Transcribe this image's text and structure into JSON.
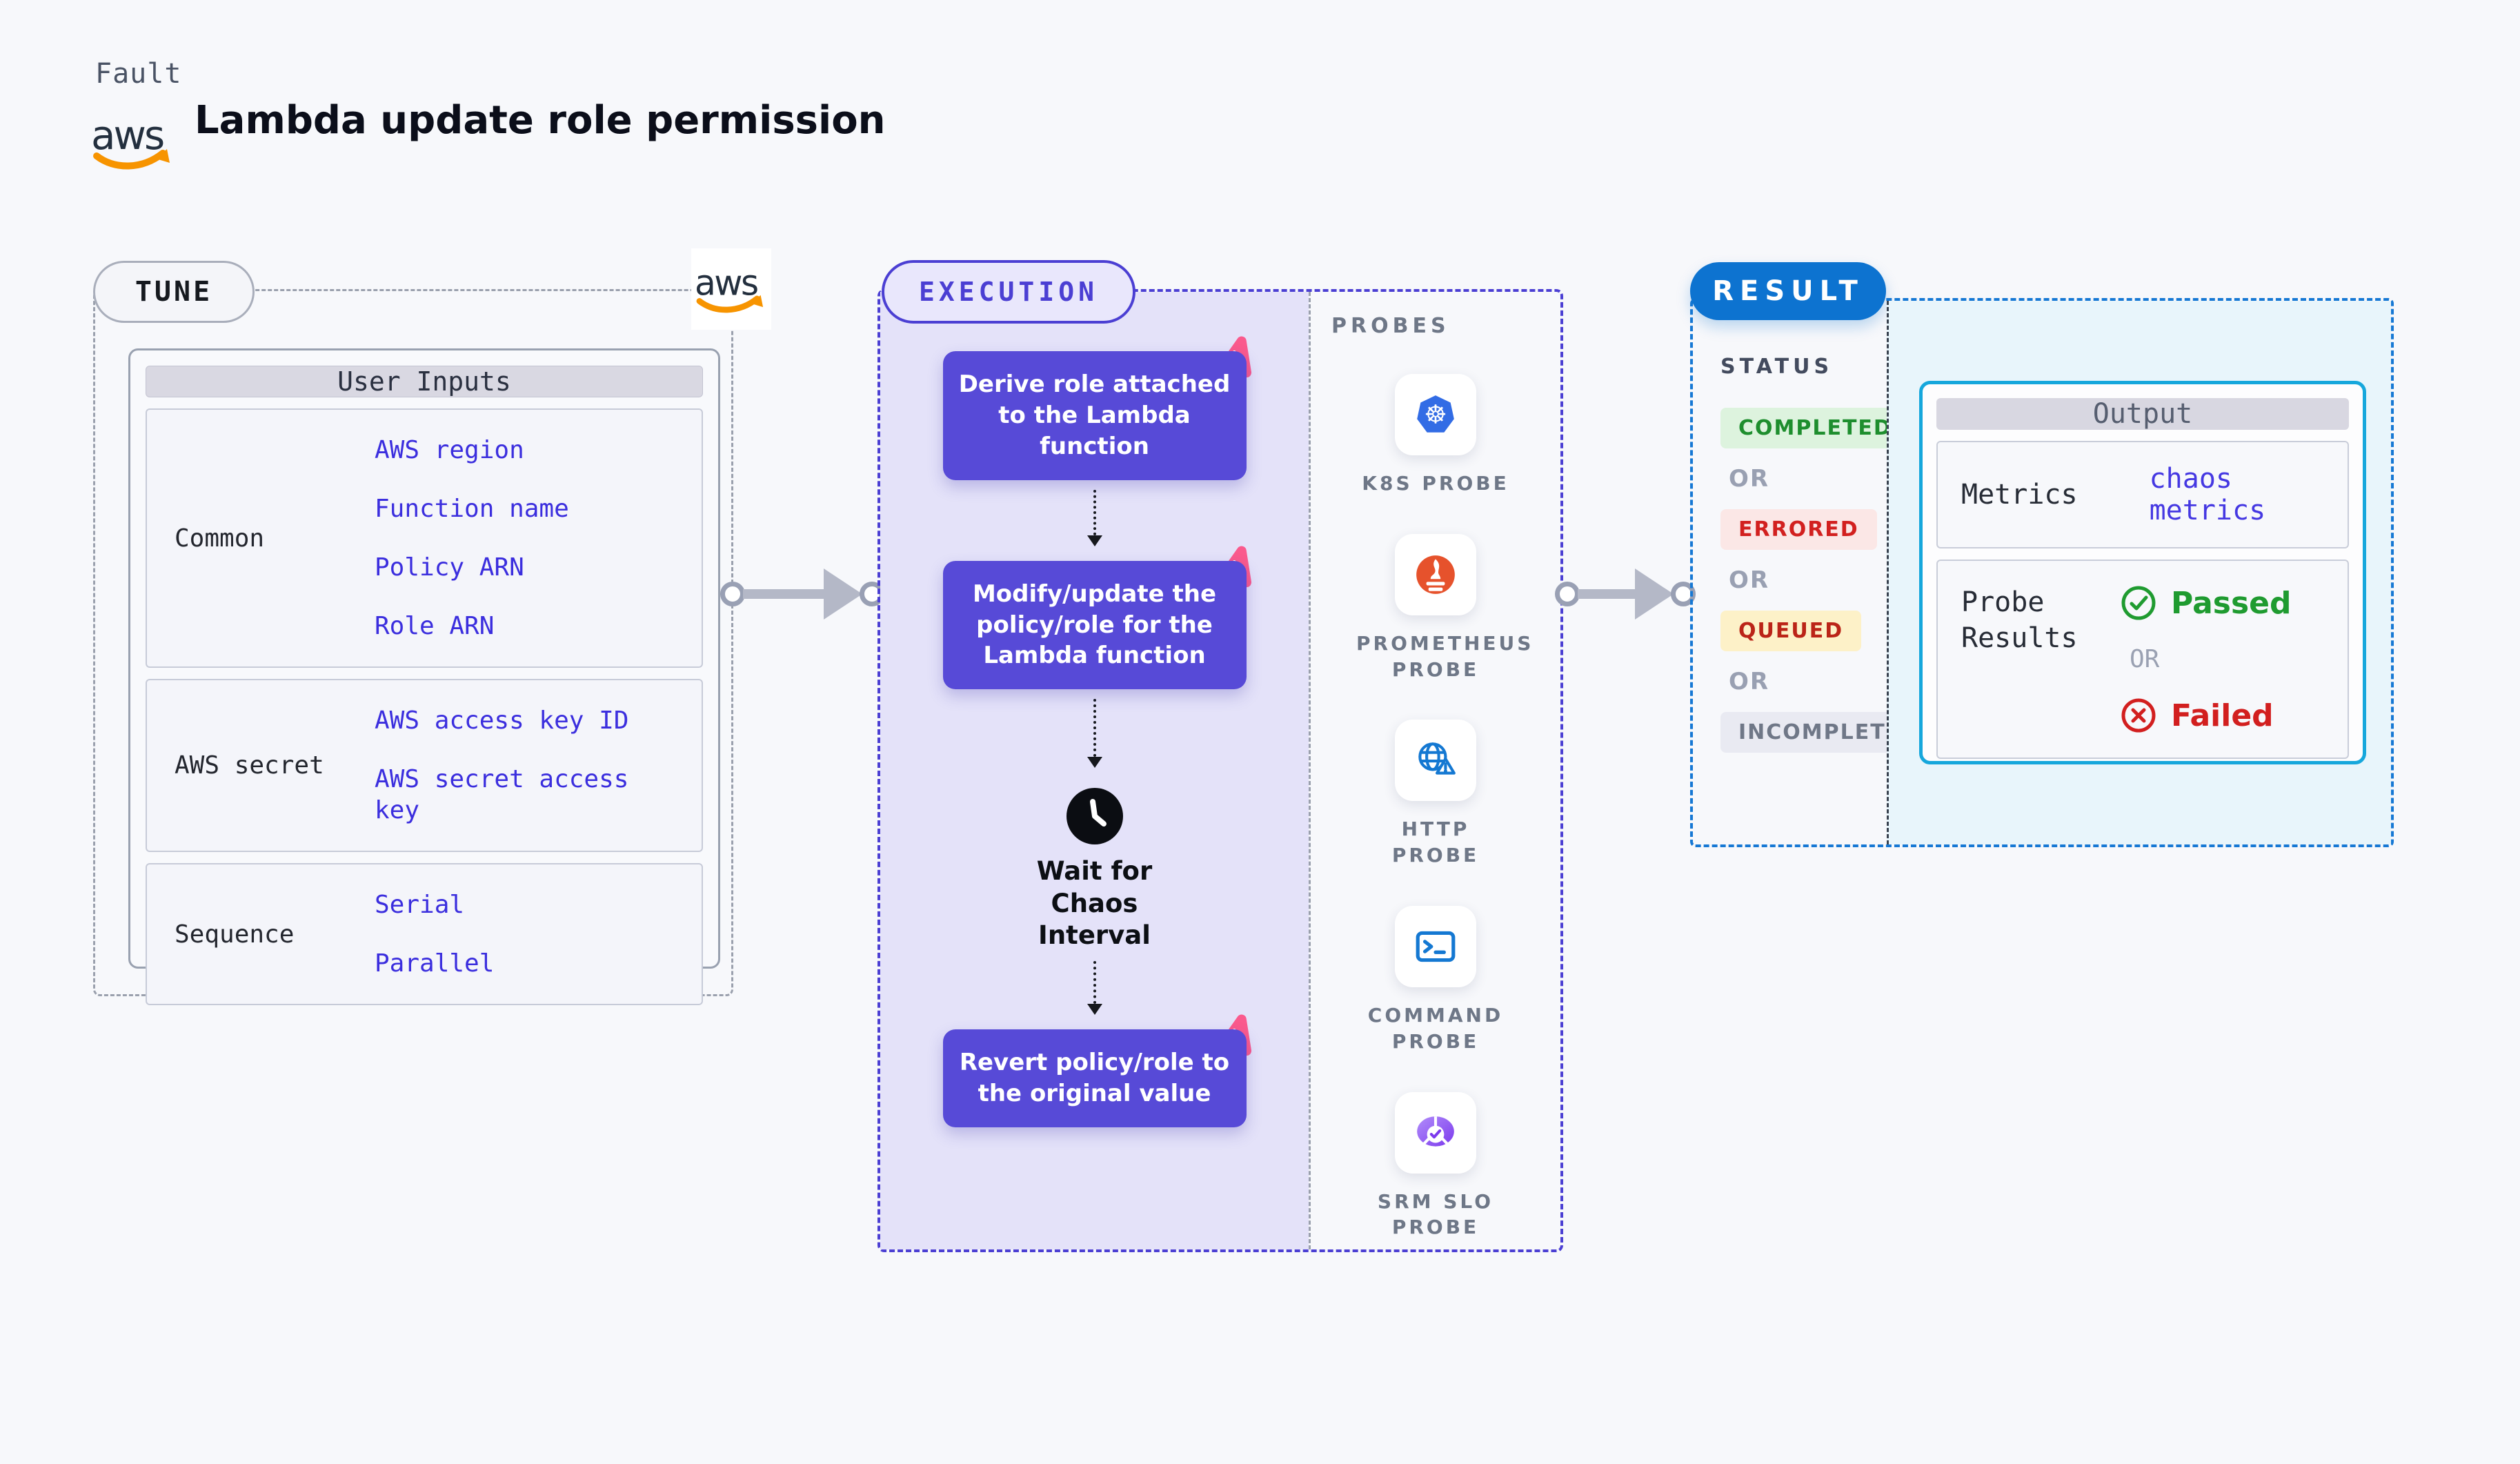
{
  "page": {
    "kicker": "Fault",
    "title": "Lambda update role permission",
    "aws_logo_text": "aws",
    "background_color": "#f7f8fb"
  },
  "tune": {
    "label": "TUNE",
    "table": {
      "title": "User Inputs",
      "rows": [
        {
          "label": "Common",
          "values": [
            "AWS region",
            "Function name",
            "Policy ARN",
            "Role ARN"
          ]
        },
        {
          "label": "AWS secret",
          "values": [
            "AWS access key ID",
            "AWS secret access key"
          ]
        },
        {
          "label": "Sequence",
          "values": [
            "Serial",
            "Parallel"
          ]
        }
      ]
    }
  },
  "execution": {
    "label": "EXECUTION",
    "steps": [
      "Derive role attached to the Lambda function",
      "Modify/update the policy/role for the Lambda function",
      "Revert policy/role to the original value"
    ],
    "wait_step": {
      "icon": "clock-icon",
      "label": "Wait for Chaos Interval"
    }
  },
  "probes": {
    "label": "PROBES",
    "items": [
      {
        "label": "K8S PROBE",
        "icon": "kubernetes-icon"
      },
      {
        "label": "PROMETHEUS PROBE",
        "icon": "prometheus-icon"
      },
      {
        "label": "HTTP PROBE",
        "icon": "http-globe-warning-icon"
      },
      {
        "label": "COMMAND PROBE",
        "icon": "terminal-icon"
      },
      {
        "label": "SRM SLO PROBE",
        "icon": "slo-pie-check-icon"
      }
    ]
  },
  "result": {
    "label": "RESULT",
    "status_heading": "STATUS",
    "or_label": "OR",
    "statuses": [
      {
        "text": "COMPLETED",
        "color": "#1e8e2e",
        "background": "#ddf3de"
      },
      {
        "text": "ERRORED",
        "color": "#d2201f",
        "background": "#fbe7e6"
      },
      {
        "text": "QUEUED",
        "color": "#bb2418",
        "background": "#fdf1c8"
      },
      {
        "text": "INCOMPLETED",
        "color": "#6f7787",
        "background": "#e9eaf2"
      }
    ],
    "output": {
      "title": "Output",
      "metrics_label": "Metrics",
      "metrics_value": "chaos metrics",
      "probe_results_label": "Probe Results",
      "passed_label": "Passed",
      "failed_label": "Failed"
    }
  },
  "colors": {
    "accent_indigo": "#4b3fd3",
    "node_purple": "#574ad7",
    "lavender_fill": "#e4e2f9",
    "litmus_pink": "#fa5a8d",
    "link_blue": "#3b2ede",
    "result_blue": "#0d73d0",
    "output_border_cyan": "#16a7dc",
    "cyan_fill": "#e8f5fb",
    "passed_green": "#1f9b30",
    "failed_red": "#d21f1f",
    "dashed_gray": "#9aa0ad",
    "aws_orange": "#f79400",
    "aws_navy": "#232f3e"
  }
}
